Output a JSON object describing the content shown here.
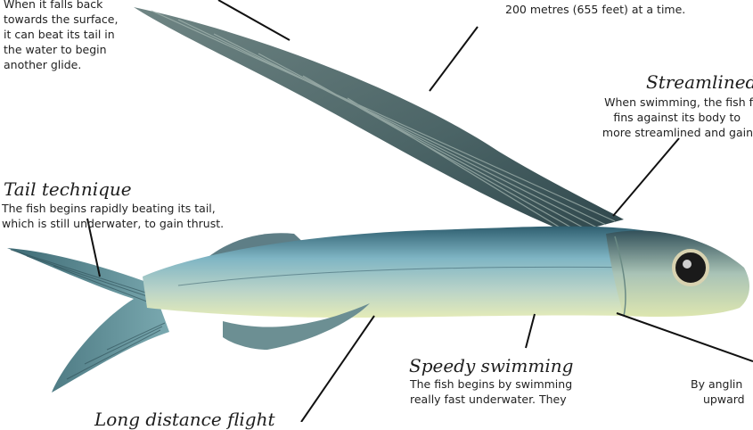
{
  "callouts": {
    "glide": {
      "lines": [
        "When it falls back",
        "towards the surface,",
        "it can beat its tail in",
        "the water to begin",
        "another glide."
      ]
    },
    "distance": {
      "line": "200 metres (655 feet) at a time."
    },
    "streamlined": {
      "title": "Streamlined",
      "lines": [
        "When swimming, the fish f",
        "fins against its body to",
        "more streamlined and gain"
      ]
    },
    "tail": {
      "title": "Tail technique",
      "lines": [
        "The fish begins rapidly beating its tail,",
        "which is still underwater, to gain thrust."
      ]
    },
    "speedy": {
      "title": "Speedy swimming",
      "lines": [
        "The fish begins by swimming",
        "really fast underwater. They"
      ]
    },
    "angling": {
      "lines": [
        "By anglin",
        "upward"
      ]
    },
    "longdistance": {
      "title": "Long distance flight"
    }
  },
  "colors": {
    "body_back": "#2e5d6e",
    "body_mid": "#7fb3c0",
    "belly": "#dfe7b8",
    "wing": "#4a6366",
    "leader": "#111111"
  }
}
